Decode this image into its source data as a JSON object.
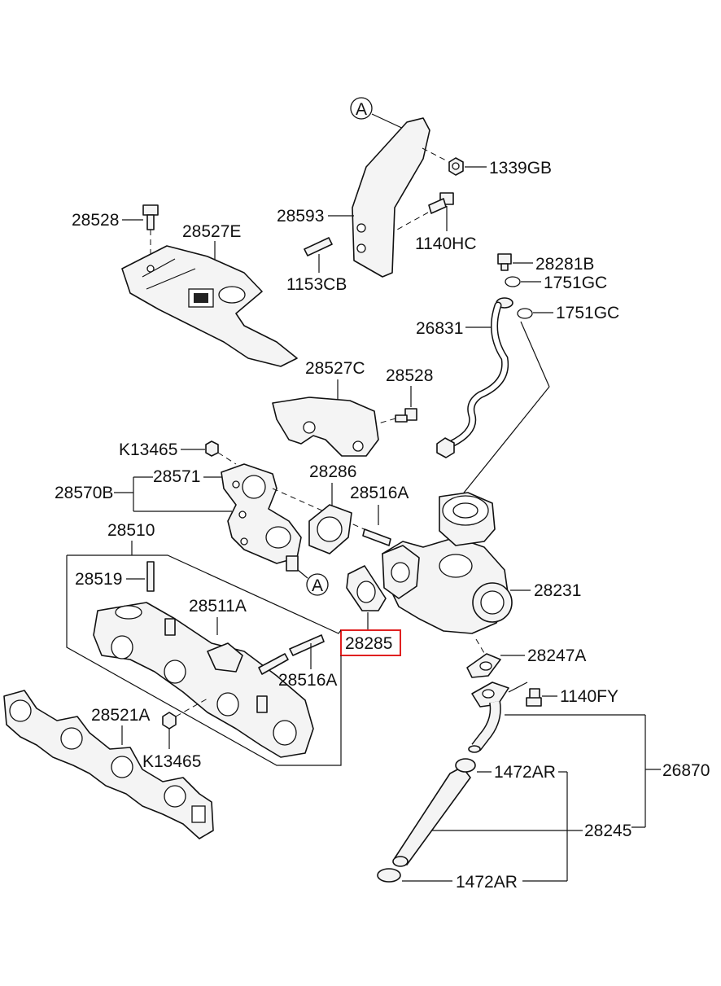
{
  "part_labels": {
    "p1339GB": "1339GB",
    "p28593": "28593",
    "p1140HC": "1140HC",
    "p28528_top": "28528",
    "p28527E": "28527E",
    "p1153CB": "1153CB",
    "p28281B": "28281B",
    "p1751GC_a": "1751GC",
    "p1751GC_b": "1751GC",
    "p26831": "26831",
    "p28527C": "28527C",
    "p28528_mid": "28528",
    "pK13465_top": "K13465",
    "p28571": "28571",
    "p28286": "28286",
    "p28570B": "28570B",
    "p28516A_top": "28516A",
    "p28510": "28510",
    "p28519": "28519",
    "p28511A": "28511A",
    "p28231": "28231",
    "p28285": "28285",
    "p28247A": "28247A",
    "p28516A_bot": "28516A",
    "p1140FY": "1140FY",
    "p28521A": "28521A",
    "pK13465_bot": "K13465",
    "p26870": "26870",
    "p1472AR_top": "1472AR",
    "p28245": "28245",
    "p1472AR_bot": "1472AR"
  },
  "ref_markers": {
    "top": "A",
    "bottom": "A"
  },
  "highlight": {
    "part": "28285",
    "color": "#e02020"
  }
}
